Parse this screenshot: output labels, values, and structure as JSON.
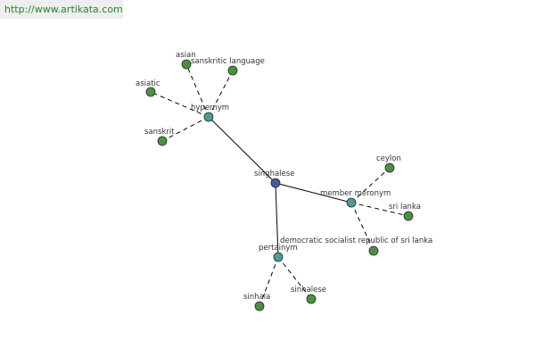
{
  "header": {
    "url": "http://www.artikata.com"
  },
  "graph": {
    "nodes": [
      {
        "id": "singhalese",
        "label": "singhalese",
        "type": "root"
      },
      {
        "id": "hypernym",
        "label": "hypernym",
        "type": "relation"
      },
      {
        "id": "member-meronym",
        "label": "member meronym",
        "type": "relation"
      },
      {
        "id": "pertainym",
        "label": "pertainym",
        "type": "relation"
      },
      {
        "id": "asian",
        "label": "asian",
        "type": "leaf"
      },
      {
        "id": "sanskritic-language",
        "label": "sanskritic language",
        "type": "leaf"
      },
      {
        "id": "asiatic",
        "label": "asiatic",
        "type": "leaf"
      },
      {
        "id": "sanskrit",
        "label": "sanskrit",
        "type": "leaf"
      },
      {
        "id": "ceylon",
        "label": "ceylon",
        "type": "leaf"
      },
      {
        "id": "sri-lanka",
        "label": "sri lanka",
        "type": "leaf"
      },
      {
        "id": "dsr-sri-lanka",
        "label": "democratic socialist republic of sri lanka",
        "type": "leaf"
      },
      {
        "id": "sinhala",
        "label": "sinhala",
        "type": "leaf"
      },
      {
        "id": "sinhalese",
        "label": "sinhalese",
        "type": "leaf"
      }
    ],
    "edges": [
      {
        "from": "singhalese",
        "to": "hypernym",
        "style": "solid"
      },
      {
        "from": "singhalese",
        "to": "member-meronym",
        "style": "solid"
      },
      {
        "from": "singhalese",
        "to": "pertainym",
        "style": "solid"
      },
      {
        "from": "hypernym",
        "to": "asian",
        "style": "dashed"
      },
      {
        "from": "hypernym",
        "to": "sanskritic-language",
        "style": "dashed"
      },
      {
        "from": "hypernym",
        "to": "asiatic",
        "style": "dashed"
      },
      {
        "from": "hypernym",
        "to": "sanskrit",
        "style": "dashed"
      },
      {
        "from": "member-meronym",
        "to": "ceylon",
        "style": "dashed"
      },
      {
        "from": "member-meronym",
        "to": "sri-lanka",
        "style": "dashed"
      },
      {
        "from": "member-meronym",
        "to": "dsr-sri-lanka",
        "style": "dashed"
      },
      {
        "from": "pertainym",
        "to": "sinhala",
        "style": "dashed"
      },
      {
        "from": "pertainym",
        "to": "sinhalese",
        "style": "dashed"
      }
    ],
    "colors": {
      "root": "#4a5a9a",
      "relation": "#4f9a9a",
      "leaf": "#4f8f45",
      "stroke": "#1f2f1f"
    }
  }
}
